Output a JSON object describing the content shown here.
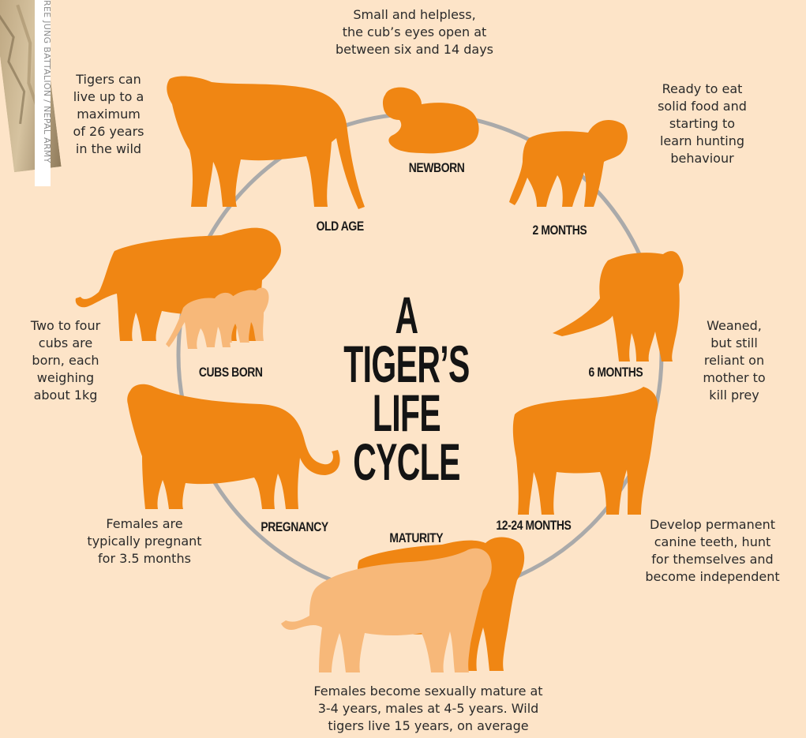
{
  "title": "A TIGER’S\nLIFE\nCYCLE",
  "credit": "REE JUNG BATTALION / NEPAL ARMY",
  "colors": {
    "background": "#fde4c8",
    "tiger": "#f08613",
    "tiger_light": "#f7b879",
    "ring": "#aaaaaa",
    "text": "#2a2a2a"
  },
  "stages": [
    {
      "id": "newborn",
      "label": "NEWBORN",
      "description": "Small and helpless,\nthe cub’s eyes open at\nbetween six and 14 days"
    },
    {
      "id": "2-months",
      "label": "2 MONTHS",
      "description": "Ready to eat\nsolid food and\nstarting to\nlearn hunting\nbehaviour"
    },
    {
      "id": "6-months",
      "label": "6 MONTHS",
      "description": "Weaned,\nbut still\nreliant on\nmother to\nkill prey"
    },
    {
      "id": "12-24-months",
      "label": "12-24 MONTHS",
      "description": "Develop permanent\ncanine teeth, hunt\nfor themselves and\nbecome independent"
    },
    {
      "id": "maturity",
      "label": "MATURITY",
      "description": "Females become sexually mature at\n3-4 years, males at 4-5 years. Wild\ntigers live 15 years, on average"
    },
    {
      "id": "pregnancy",
      "label": "PREGNANCY",
      "description": "Females are\ntypically pregnant\nfor 3.5 months"
    },
    {
      "id": "cubs-born",
      "label": "CUBS BORN",
      "description": "Two to four\ncubs are\nborn, each\nweighing\nabout 1kg"
    },
    {
      "id": "old-age",
      "label": "OLD AGE",
      "description": "Tigers can\nlive up to a\nmaximum\nof 26 years\nin the wild"
    }
  ]
}
